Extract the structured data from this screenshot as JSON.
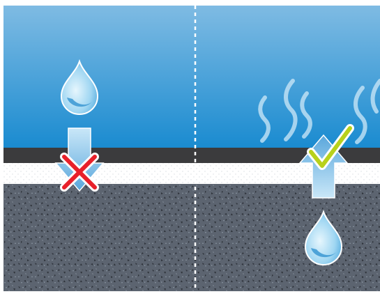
{
  "diagram": {
    "panels": [
      {
        "id": "left",
        "water_flow": "downward",
        "verdict_icon": "red-cross-icon",
        "verdict": "blocked"
      },
      {
        "id": "right",
        "water_flow": "upward",
        "verdict_icon": "green-check-icon",
        "verdict": "allowed",
        "vapour_icon": "steam-waves-icon"
      }
    ],
    "layers": [
      "sky",
      "membrane",
      "breathable-layer",
      "concrete"
    ],
    "colors": {
      "sky_top": "#7fbbe3",
      "sky_bottom": "#1a8bd0",
      "membrane": "#3b3b3d",
      "breathable_layer": "#ffffff",
      "concrete": "#5c6470",
      "drop": "#9fd6f2",
      "arrow": "#8fc6ea",
      "cross": "#e8202a",
      "check": "#b8d11b"
    }
  }
}
